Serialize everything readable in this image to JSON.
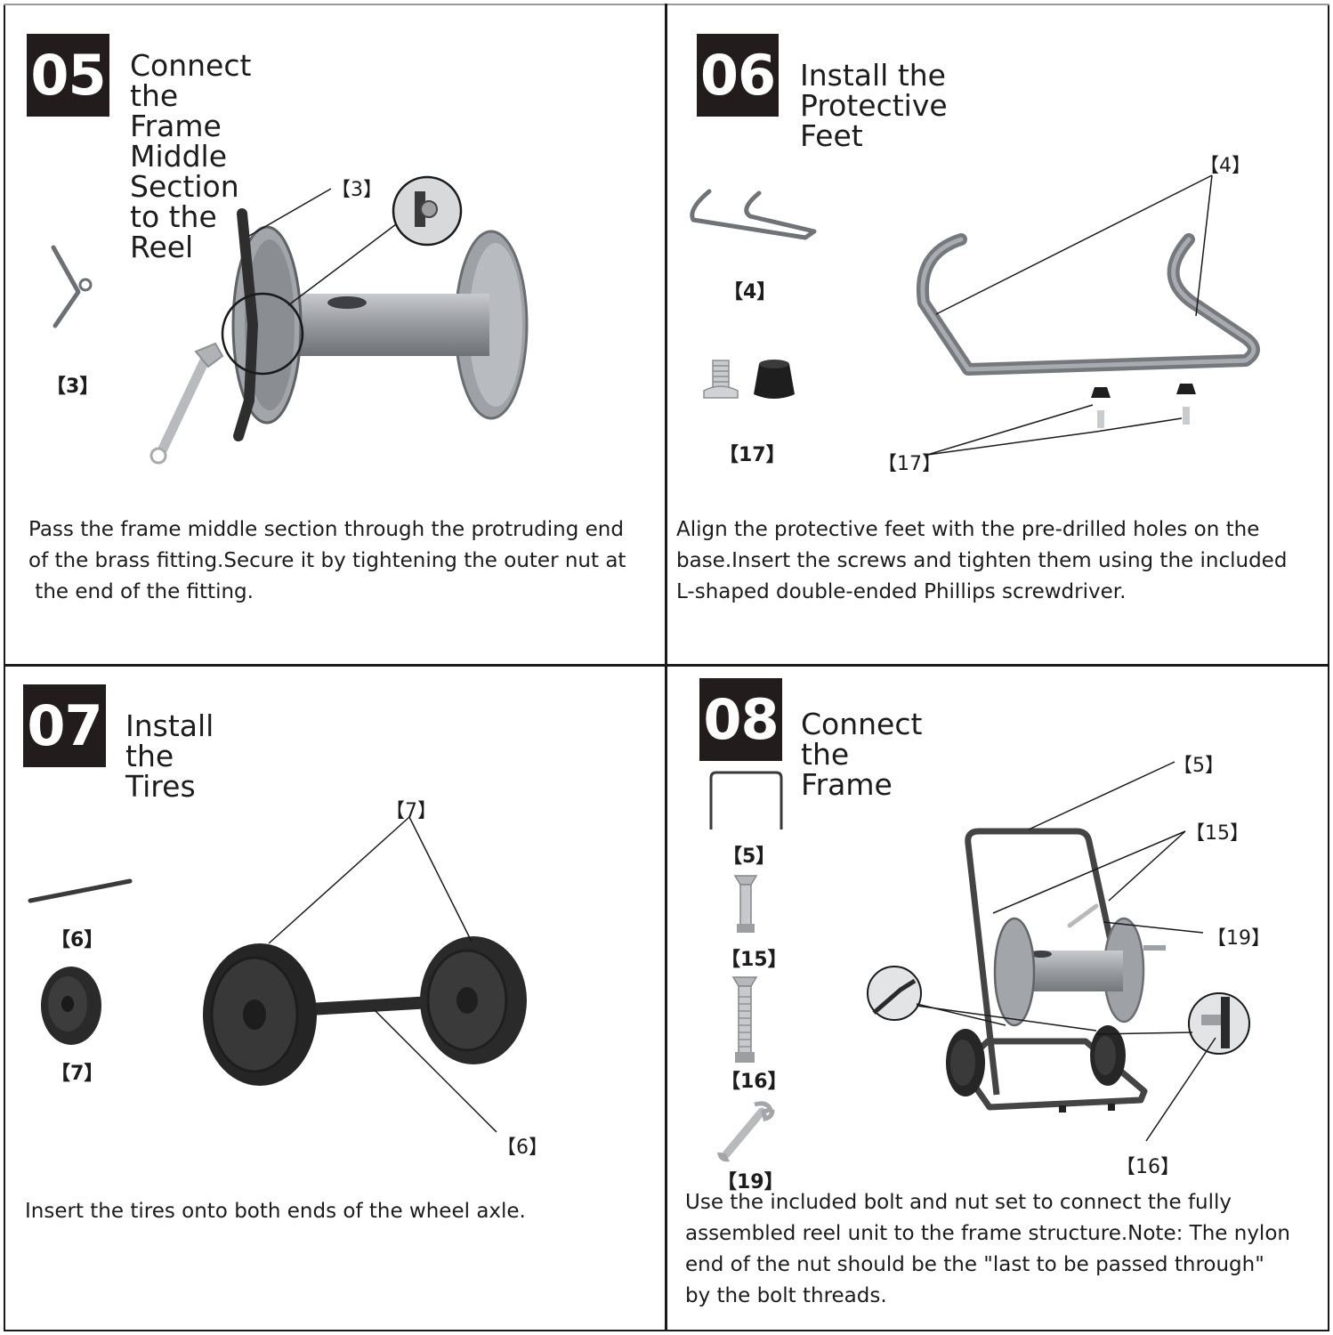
{
  "steps": [
    {
      "number": "05",
      "title_line1": "Connect the Frame Middle Section",
      "title_line2": "to the Reel",
      "labels": {
        "part_loose": "【3】",
        "part_callout": "【3】"
      },
      "description": [
        "Pass the frame middle section through the protruding end",
        "of the brass fitting.Secure it by tightening the outer nut at",
        " the end of the fitting."
      ]
    },
    {
      "number": "06",
      "title": "Install the Protective Feet",
      "labels": {
        "part_a": "【4】",
        "part_b": "【17】",
        "callout_a": "【4】",
        "callout_b": "【17】"
      },
      "description": [
        "Align the protective feet with the pre-drilled holes on the",
        "base.Insert the screws and tighten them using the included",
        "L-shaped double-ended Phillips screwdriver."
      ]
    },
    {
      "number": "07",
      "title": "Install the Tires",
      "labels": {
        "part_axle": "【6】",
        "part_tire": "【7】",
        "callout_tires": "【7】",
        "callout_axle": "【6】"
      },
      "description": [
        "Insert the tires onto both ends of the wheel axle."
      ]
    },
    {
      "number": "08",
      "title": "Connect the Frame",
      "labels": {
        "part_5": "【5】",
        "part_15": "【15】",
        "part_16": "【16】",
        "part_19": "【19】",
        "callout_5": "【5】",
        "callout_15": "【15】",
        "callout_19": "【19】",
        "callout_16": "【16】"
      },
      "description": [
        "Use the included bolt and nut set to connect the fully",
        "assembled reel unit to the frame structure.Note: The nylon",
        "end of the nut should be the \"last to be passed through\"",
        "by the bolt threads."
      ]
    }
  ],
  "colors": {
    "badge": "#231c1c",
    "metal": "#8a8d92",
    "rubber": "#2b2b2b"
  }
}
